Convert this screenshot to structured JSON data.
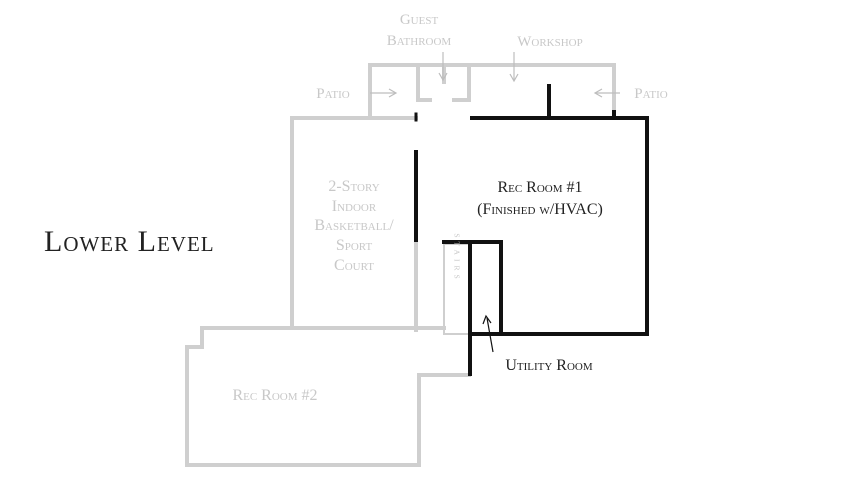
{
  "title": "Lower Level",
  "rooms": {
    "guest_bathroom_line1": "Guest",
    "guest_bathroom_line2": "Bathroom",
    "workshop": "Workshop",
    "patio_left": "Patio",
    "patio_right": "Patio",
    "court_line1": "2-Story",
    "court_line2": "Indoor",
    "court_line3": "Basketball/",
    "court_line4": "Sport",
    "court_line5": "Court",
    "rec1_line1": "Rec Room #1",
    "rec1_line2": "(Finished w/HVAC)",
    "stairs": "STAIRS",
    "utility": "Utility Room",
    "rec2": "Rec Room #2"
  },
  "colors": {
    "finished_wall": "#111111",
    "unfinished_wall": "#cfcfcf",
    "unfinished_text": "#c8c8c8"
  }
}
